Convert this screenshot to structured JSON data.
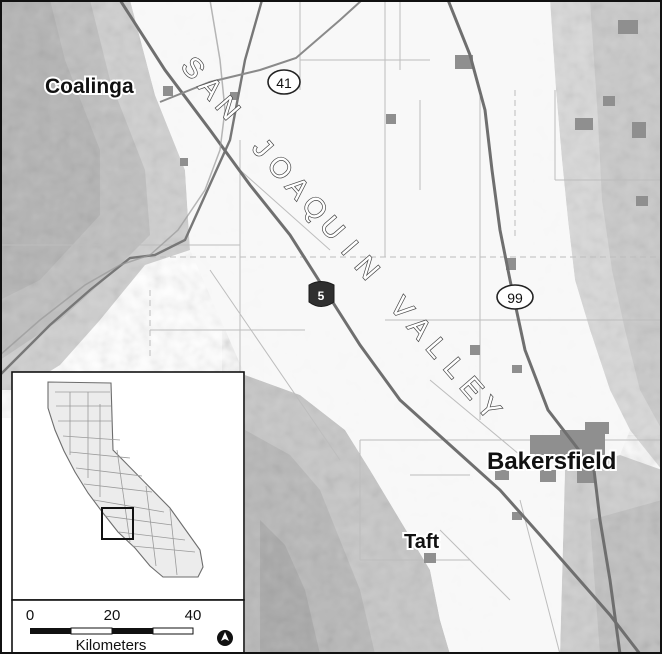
{
  "map": {
    "region_label": "SAN JOAQUIN VALLEY",
    "cities": {
      "coalinga": "Coalinga",
      "bakersfield": "Bakersfield",
      "taft": "Taft"
    },
    "highways": {
      "sr41": "41",
      "i5": "5",
      "sr99": "99"
    }
  },
  "scale_bar": {
    "ticks": [
      "0",
      "20",
      "40"
    ],
    "unit": "Kilometers"
  },
  "north_arrow": {
    "icon": "north-arrow-icon"
  },
  "inset": {
    "locator": "study-area-box"
  }
}
